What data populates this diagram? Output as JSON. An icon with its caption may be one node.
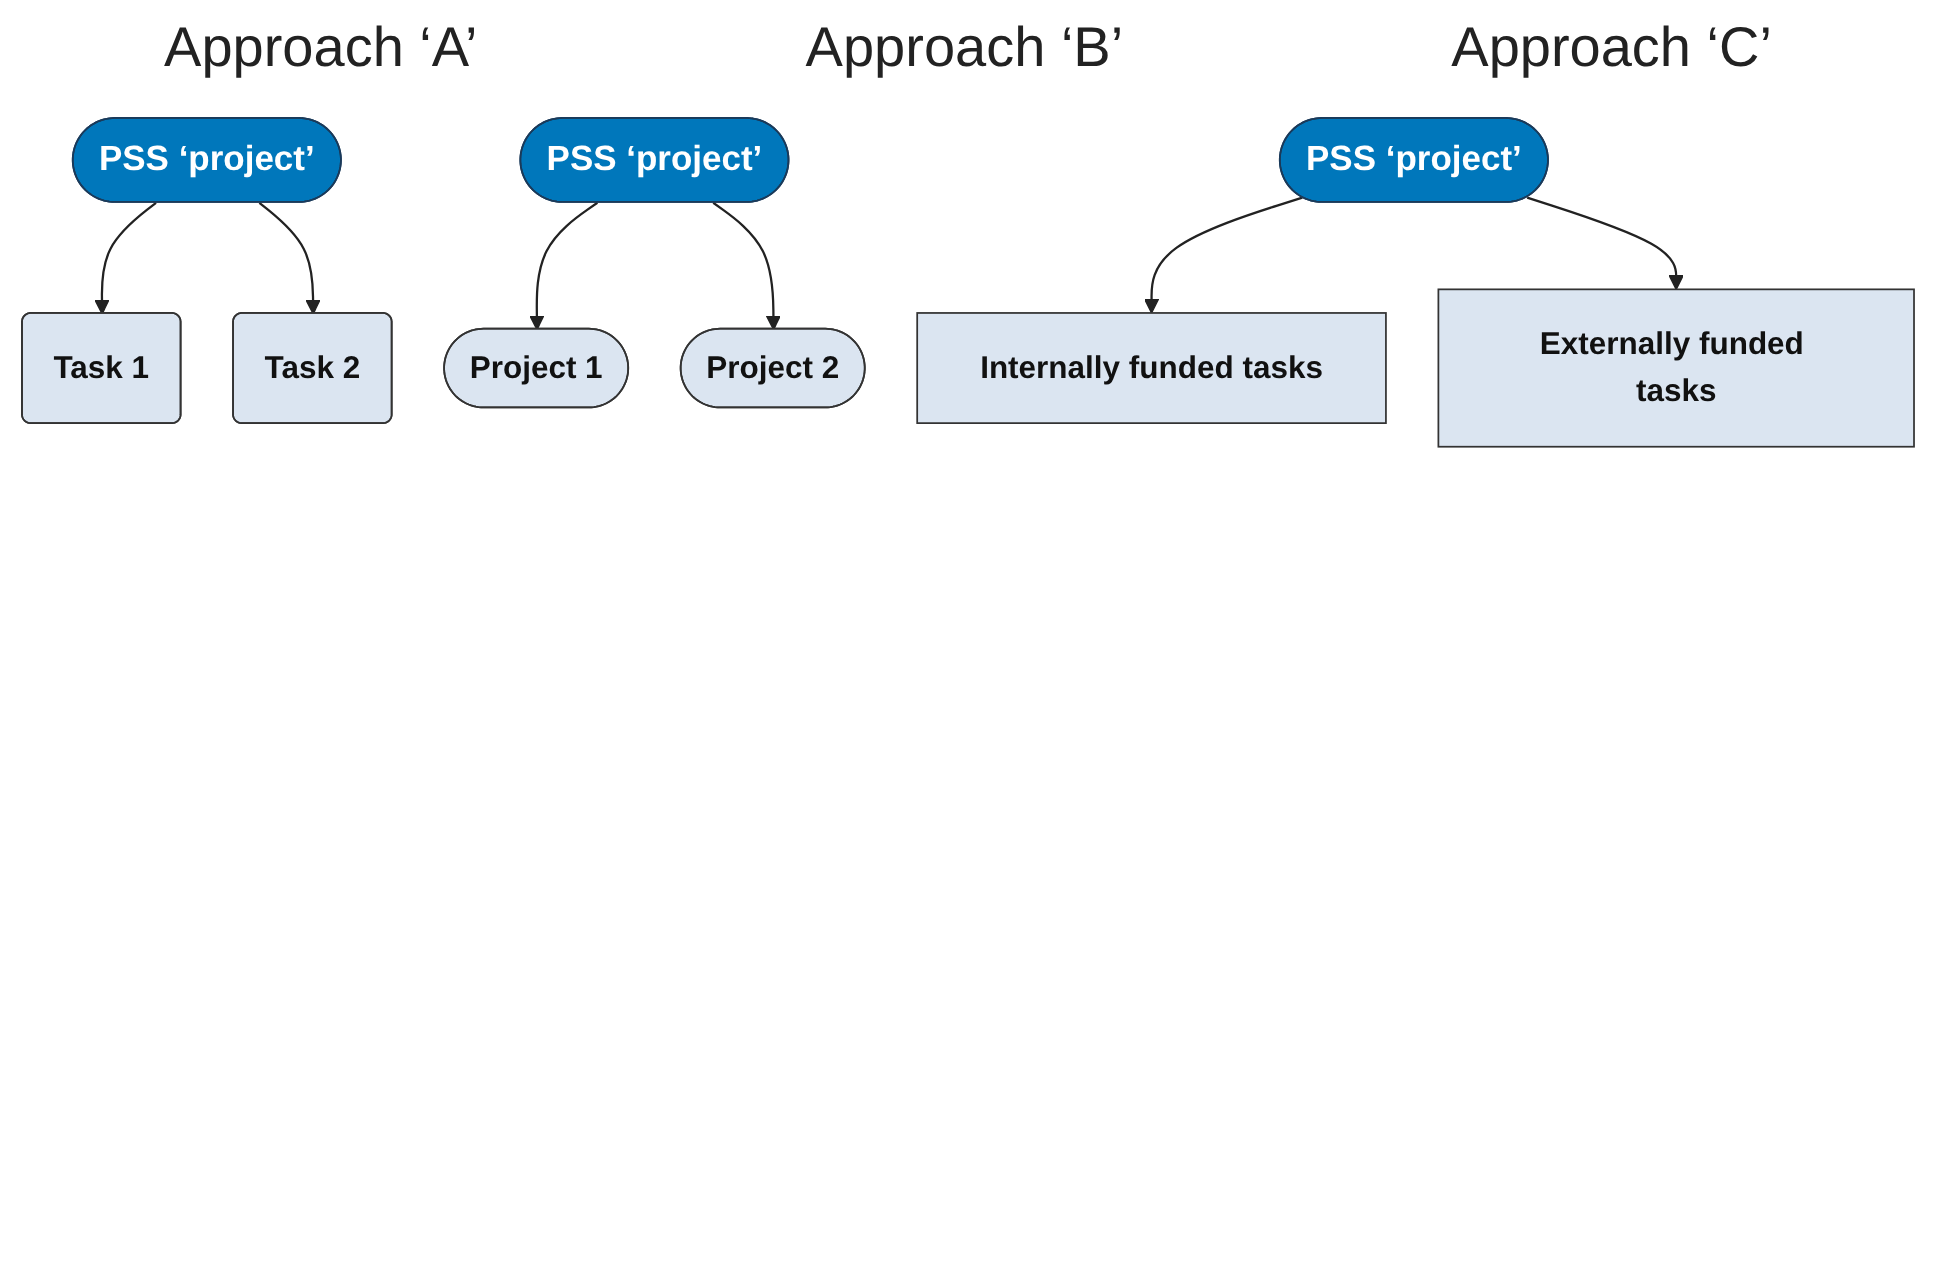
{
  "diagram": {
    "nodes": [
      {
        "text": [
          "PSS ‘project’"
        ]
      },
      {
        "text": [
          "Task 1"
        ]
      },
      {
        "text": [
          "Task 2"
        ]
      },
      {
        "text": [
          "PSS ‘project’"
        ]
      },
      {
        "text": [
          "Project 1"
        ]
      },
      {
        "text": [
          "Project 2"
        ]
      },
      {
        "text": [
          "PSS ‘project’"
        ]
      },
      {
        "text": [
          "Internally funded tasks"
        ]
      },
      {
        "text": [
          "Externally funded tasks"
        ]
      }
    ],
    "edges": [
      {
        "from": 0,
        "to": 1,
        "arrow": "to"
      },
      {
        "from": 0,
        "to": 2,
        "arrow": "to"
      },
      {
        "from": 3,
        "to": 4,
        "arrow": "to"
      },
      {
        "from": 3,
        "to": 5,
        "arrow": "to"
      },
      {
        "from": 6,
        "to": 7,
        "arrow": "to"
      },
      {
        "from": 6,
        "to": 8,
        "arrow": "to"
      }
    ],
    "labels": [
      "Approach ‘A’",
      "Approach ‘B’",
      "Approach ‘C’"
    ]
  }
}
